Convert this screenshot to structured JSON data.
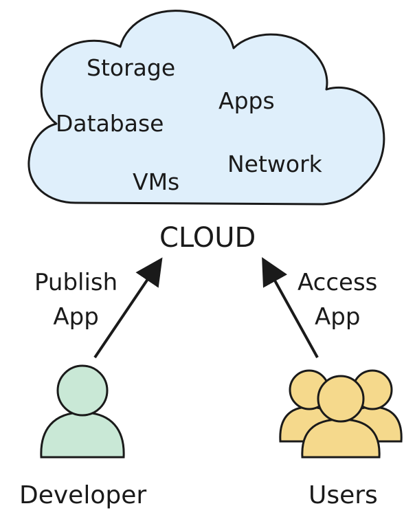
{
  "cloud": {
    "items": [
      "Storage",
      "Apps",
      "Database",
      "VMs",
      "Network"
    ],
    "label": "CLOUD",
    "fill": "#dfeffb"
  },
  "arrows": {
    "left_label": [
      "Publish",
      "App"
    ],
    "right_label": [
      "Access",
      "App"
    ]
  },
  "actors": {
    "developer": {
      "label": "Developer",
      "fill": "#c9e8d6"
    },
    "users": {
      "label": "Users",
      "fill": "#f5d98c"
    }
  },
  "colors": {
    "stroke": "#1a1a1a"
  }
}
